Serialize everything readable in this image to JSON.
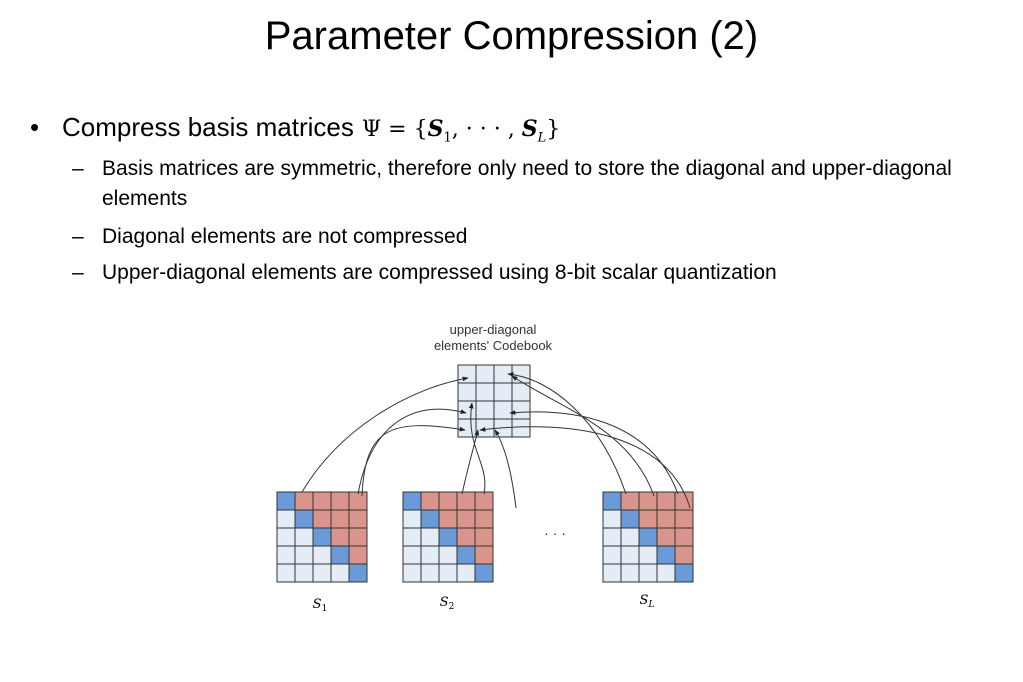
{
  "title": "Parameter Compression (2)",
  "bullet": {
    "marker": "•",
    "text": "Compress basis matrices",
    "formula": {
      "psi": "Ψ",
      "equals": " = {",
      "s1": "S",
      "s1_sub": "1",
      "mid": ", · · · , ",
      "sl": "S",
      "sl_sub": "L",
      "close": "}"
    }
  },
  "sub_bullets": [
    {
      "dash": "–",
      "text": "Basis matrices are symmetric, therefore only need to store the diagonal and upper-diagonal elements"
    },
    {
      "dash": "–",
      "text": "Diagonal elements are not compressed"
    },
    {
      "dash": "–",
      "text": "Upper-diagonal elements are compressed using 8-bit scalar quantization"
    }
  ],
  "diagram": {
    "codebook_title_line1": "upper-diagonal",
    "codebook_title_line2": "elements' Codebook",
    "ellipsis": "· · ·",
    "matrices": [
      {
        "label": "S",
        "sub": "1"
      },
      {
        "label": "S",
        "sub": "2"
      },
      {
        "label": "S",
        "sub": "L"
      }
    ],
    "colors": {
      "diagonal": "#6a9ad8",
      "upper": "#d9958c",
      "lower": "#e4ecf5",
      "codebook": "#e4ecf5",
      "grid": "#333333"
    }
  }
}
